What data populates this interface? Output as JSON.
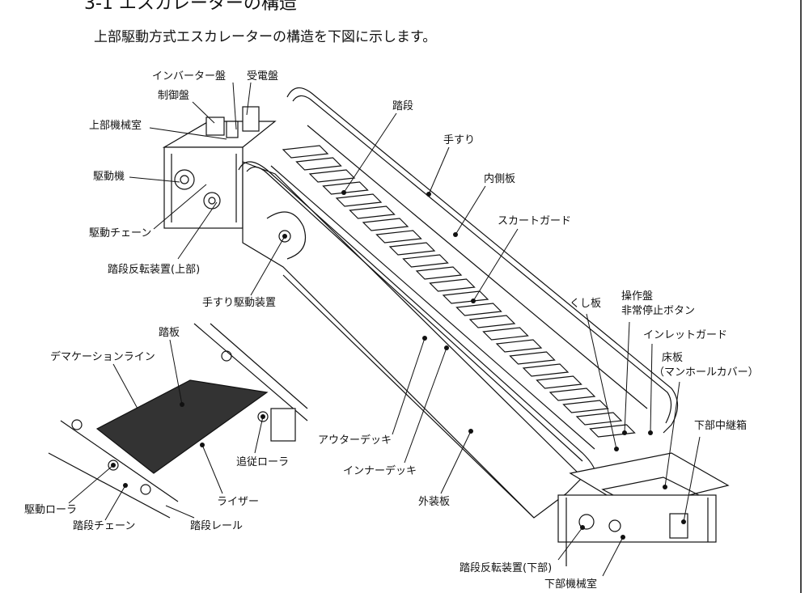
{
  "heading": "3-1 エスカレーターの構造",
  "intro": "上部駆動方式エスカレーターの構造を下図に示します。",
  "labels": {
    "inverter_panel": "インバーター盤",
    "power_panel": "受電盤",
    "control_panel": "制御盤",
    "upper_machine_room": "上部機械室",
    "drive_machine": "駆動機",
    "drive_chain": "駆動チェーン",
    "step_turnaround_upper": "踏段反転装置(上部)",
    "handrail_drive": "手すり駆動装置",
    "step": "踏段",
    "handrail": "手すり",
    "inner_panel": "内側板",
    "skirt_guard": "スカートガード",
    "comb_plate": "くし板",
    "operation_panel": "操作盤",
    "emergency_stop": "非常停止ボタン",
    "inlet_guard": "インレットガード",
    "floor_plate": "床板",
    "manhole_cover": "（マンホールカバー）",
    "lower_junction_box": "下部中継箱",
    "tread": "踏板",
    "demarcation_line": "デマケーションライン",
    "trailer_roller": "追従ローラ",
    "riser": "ライザー",
    "drive_roller": "駆動ローラ",
    "step_chain": "踏段チェーン",
    "step_rail": "踏段レール",
    "outer_deck": "アウターデッキ",
    "inner_deck": "インナーデッキ",
    "exterior_panel": "外装板",
    "step_turnaround_lower": "踏段反転装置(下部)",
    "lower_machine_room": "下部機械室"
  }
}
